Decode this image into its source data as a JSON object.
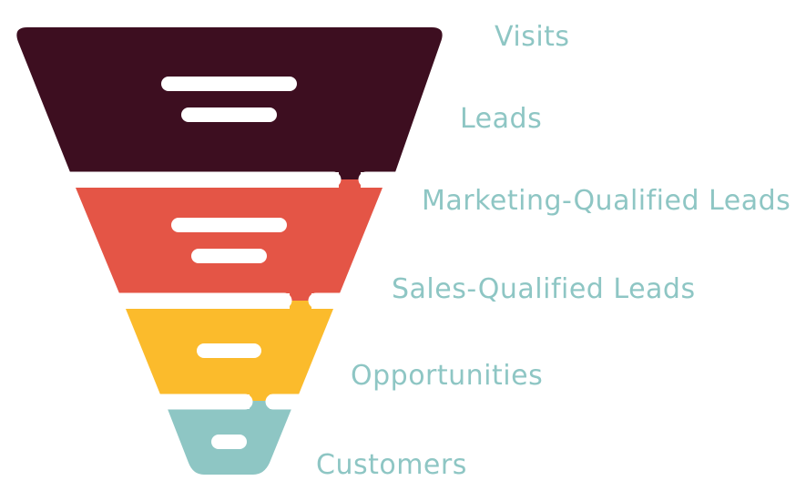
{
  "funnel": {
    "stages": [
      {
        "label": "Visits",
        "color": "#3d0e20"
      },
      {
        "label": "Leads",
        "color": "#3d0e20"
      },
      {
        "label": "Marketing-Qualified Leads",
        "color": "#e45546"
      },
      {
        "label": "Sales-Qualified Leads",
        "color": "#e45546"
      },
      {
        "label": "Opportunities",
        "color": "#fbbb2c"
      },
      {
        "label": "Customers",
        "color": "#8ec6c4"
      }
    ],
    "label_color": "#8ec6c4"
  }
}
